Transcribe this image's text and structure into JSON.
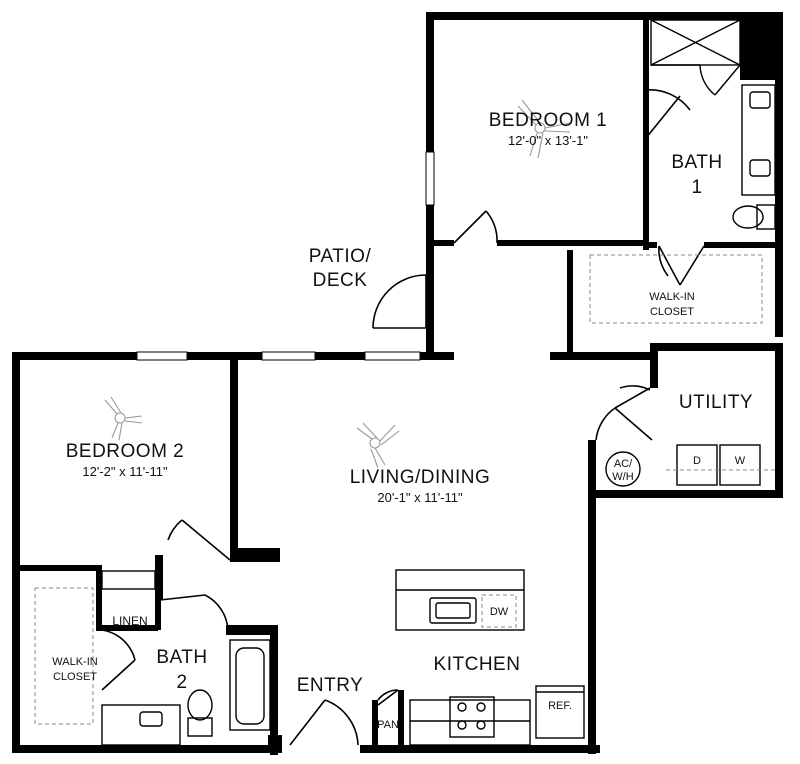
{
  "rooms": {
    "bedroom1": {
      "name": "BEDROOM 1",
      "dims": "12'-0\" x 13'-1\""
    },
    "bath1": {
      "line1": "BATH",
      "line2": "1"
    },
    "walkin1": {
      "line1": "WALK-IN",
      "line2": "CLOSET"
    },
    "patio": {
      "line1": "PATIO/",
      "line2": "DECK"
    },
    "utility": {
      "name": "UTILITY",
      "dryer": "D",
      "washer": "W"
    },
    "acwh": {
      "line1": "AC/",
      "line2": "W/H"
    },
    "bedroom2": {
      "name": "BEDROOM 2",
      "dims": "12'-2\" x 11'-11\""
    },
    "living": {
      "name": "LIVING/DINING",
      "dims": "20'-1\" x 11'-11\""
    },
    "kitchen": {
      "name": "KITCHEN",
      "dishwasher": "DW",
      "refrigerator": "REF.",
      "pantry": "PAN"
    },
    "linen": {
      "name": "LINEN"
    },
    "walkin2": {
      "line1": "WALK-IN",
      "line2": "CLOSET"
    },
    "bath2": {
      "line1": "BATH",
      "line2": "2"
    },
    "entry": {
      "name": "ENTRY"
    }
  },
  "colors": {
    "wall": "#000000",
    "background": "#ffffff",
    "fixture": "#000000",
    "fan": "#999999"
  }
}
